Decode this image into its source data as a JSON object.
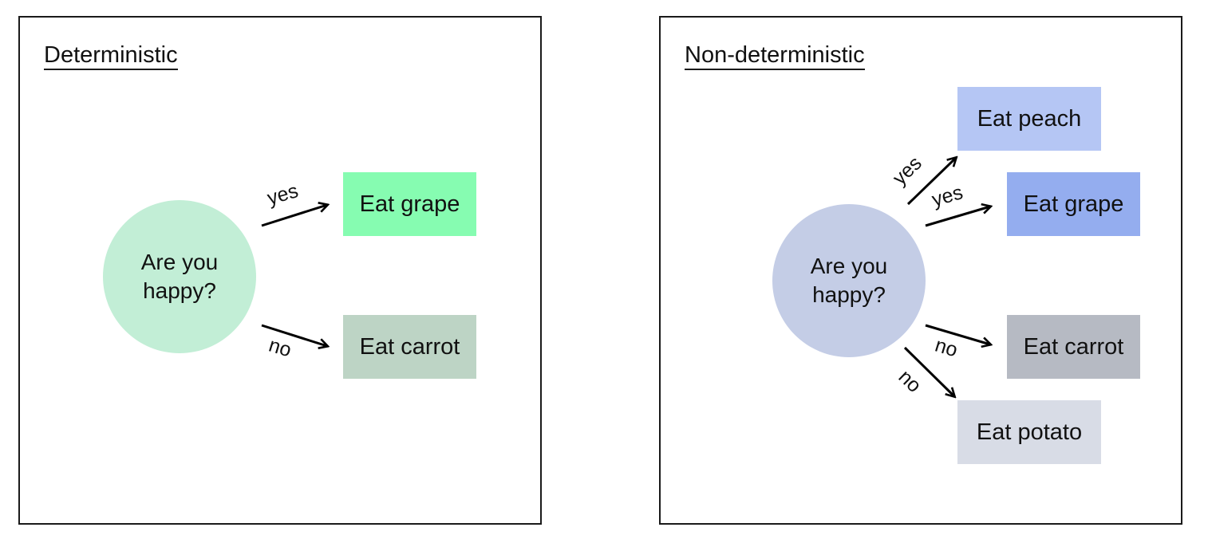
{
  "deterministic": {
    "title": "Deterministic",
    "question": "Are you happy?",
    "yes_label": "yes",
    "no_label": "no",
    "outcomes": [
      {
        "label": "Eat grape",
        "color": "#86fcb1"
      },
      {
        "label": "Eat carrot",
        "color": "#bdd4c5"
      }
    ],
    "circle_color": "#c2eed6"
  },
  "non_deterministic": {
    "title": "Non-deterministic",
    "question": "Are you happy?",
    "edge_labels": [
      "yes",
      "yes",
      "no",
      "no"
    ],
    "outcomes": [
      {
        "label": "Eat peach",
        "color": "#b5c6f4"
      },
      {
        "label": "Eat grape",
        "color": "#94adef"
      },
      {
        "label": "Eat carrot",
        "color": "#b6bac3"
      },
      {
        "label": "Eat potato",
        "color": "#d8dce6"
      }
    ],
    "circle_color": "#c4cde6"
  }
}
